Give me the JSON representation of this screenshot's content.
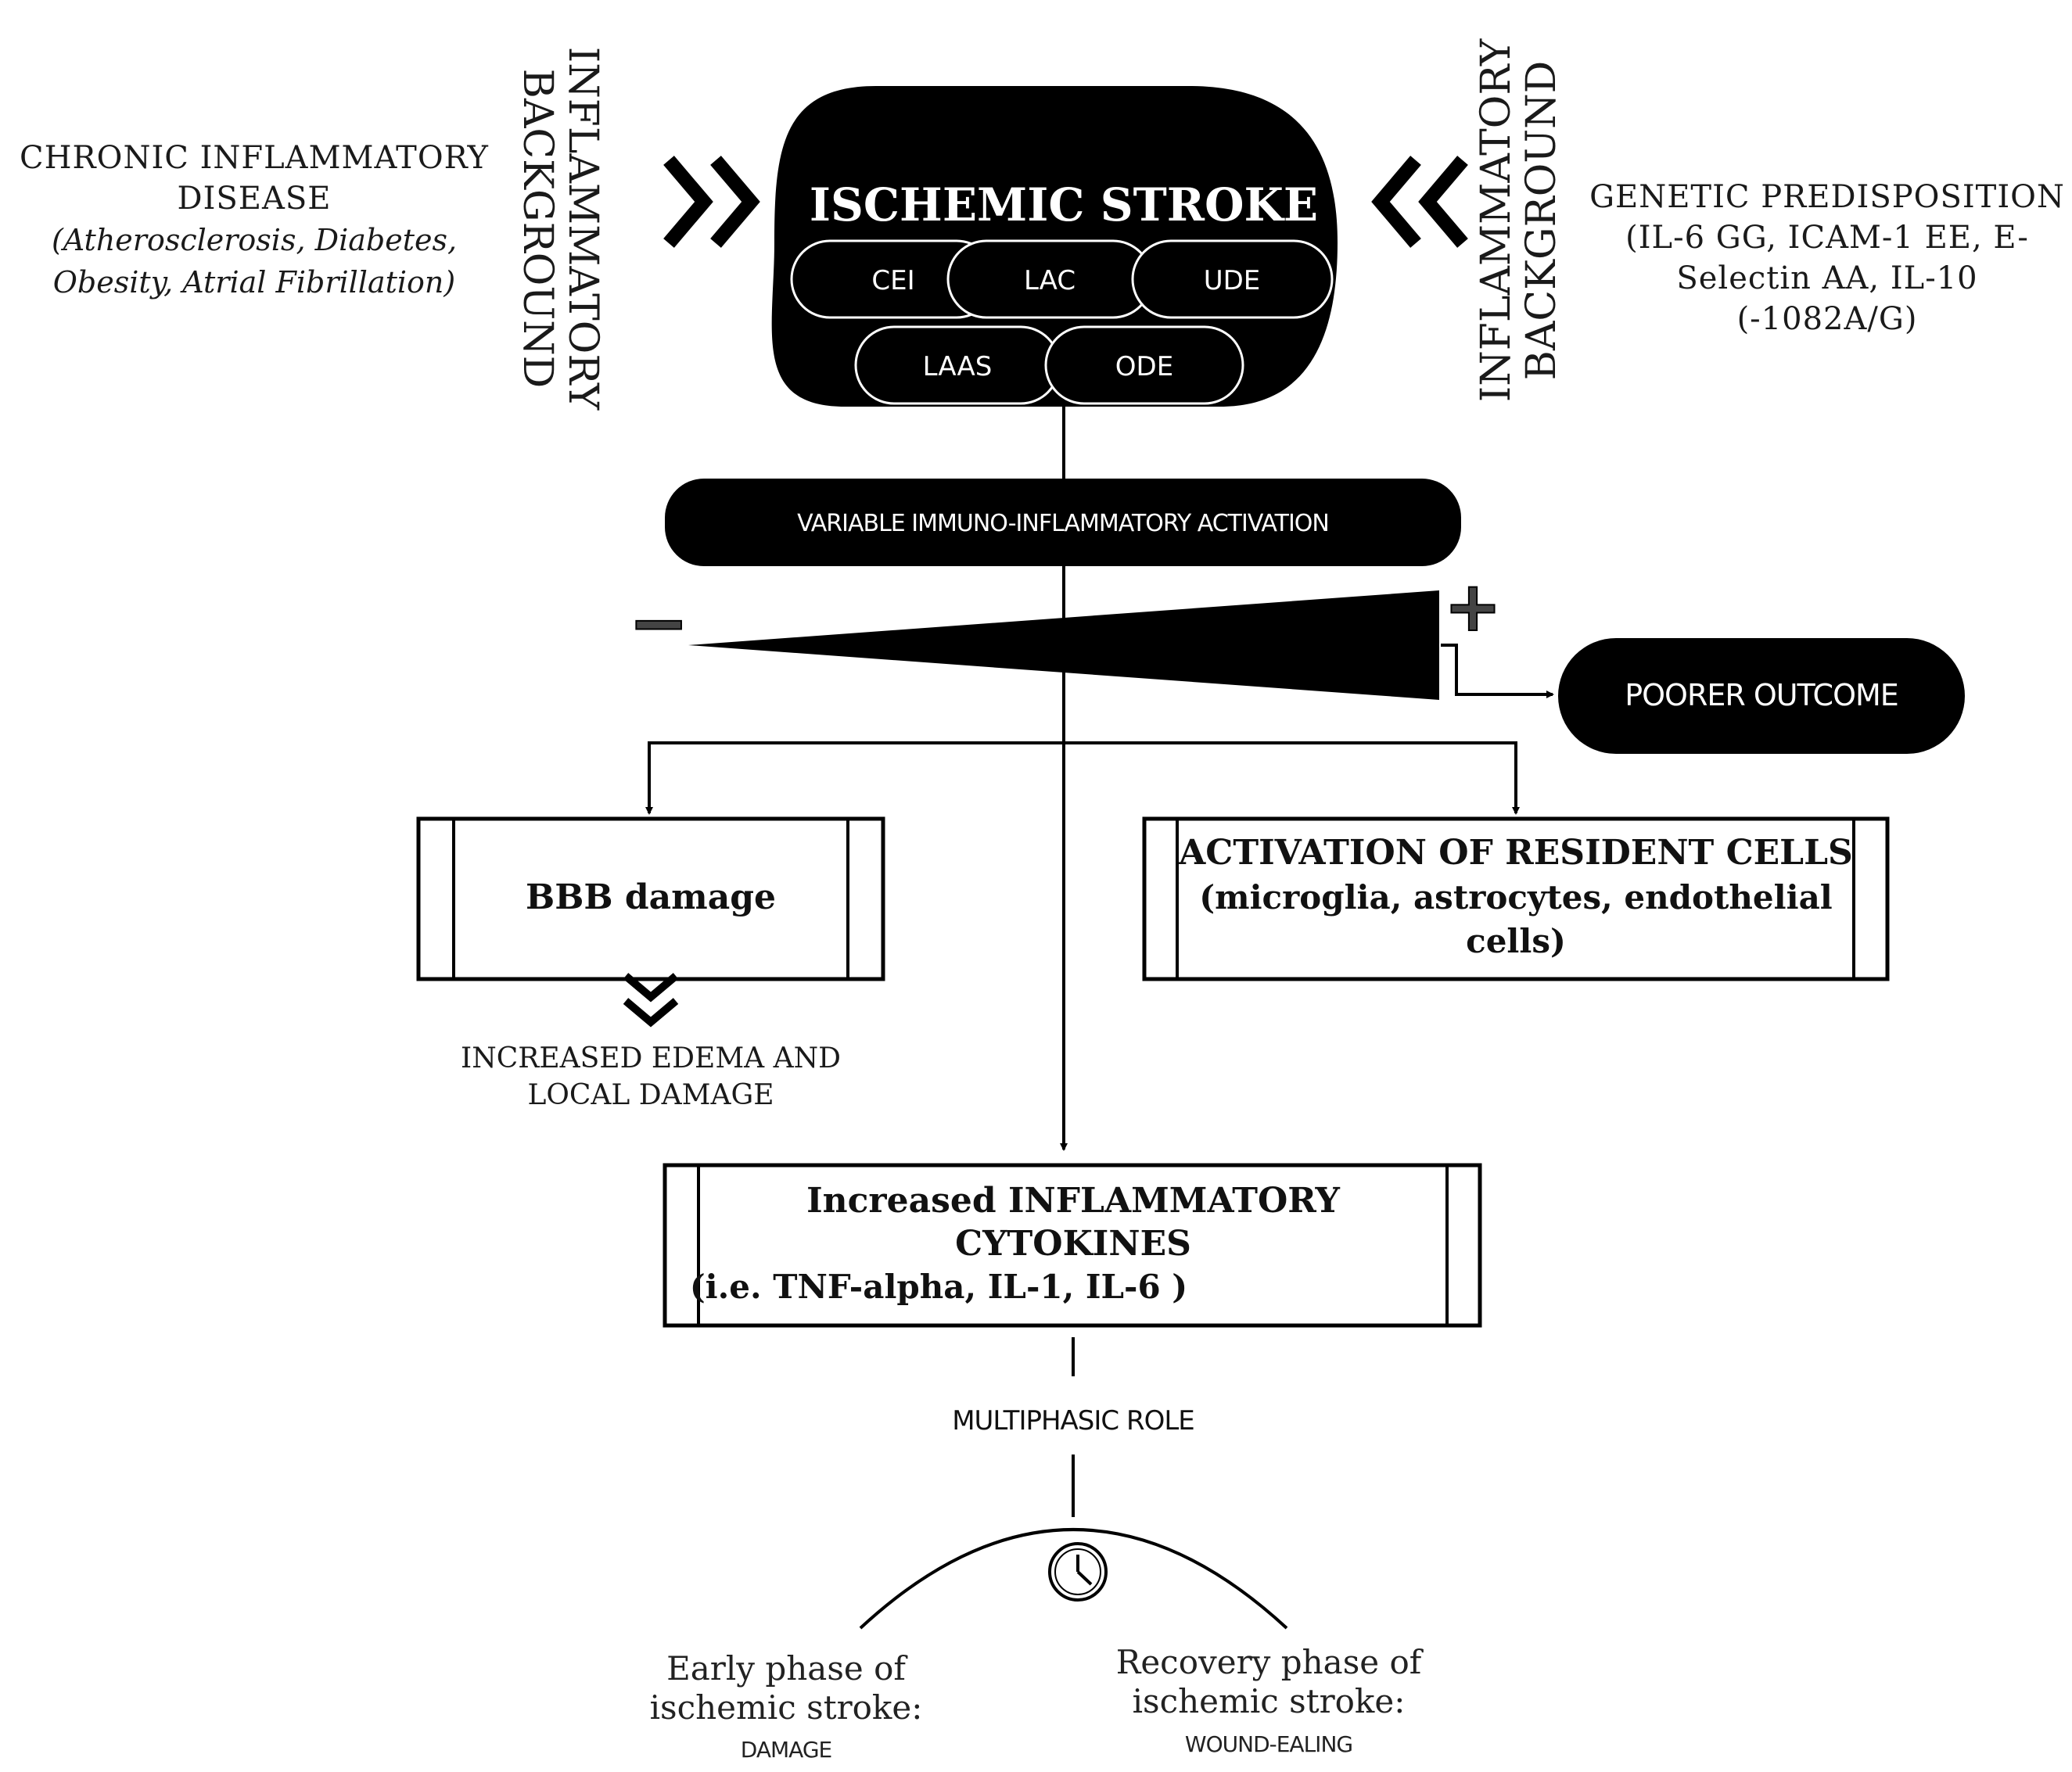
{
  "center": {
    "title": "ISCHEMIC STROKE",
    "subtypes": [
      "CEI",
      "LAC",
      "UDE",
      "LAAS",
      "ODE"
    ]
  },
  "left": {
    "vertical_label_line1": "INFLAMMATORY",
    "vertical_label_line2": "BACKGROUND",
    "title_line1": "CHRONIC INFLAMMATORY",
    "title_line2": "DISEASE",
    "italic_line1": "(Atherosclerosis, Diabetes,",
    "italic_line2": "Obesity, Atrial Fibrillation)"
  },
  "right": {
    "vertical_label_line1": "INFLAMMATORY",
    "vertical_label_line2": "BACKGROUND",
    "line1": "GENETIC PREDISPOSITION",
    "line2": "(IL-6 GG, ICAM-1 EE, E-",
    "line3": "Selectin AA, IL-10 (-1082A/G)"
  },
  "activation_label": "VARIABLE IMMUNO-INFLAMMATORY ACTIVATION",
  "gradient": {
    "minus": "−",
    "plus": "+"
  },
  "poorer_outcome": "POORER OUTCOME",
  "bbb": {
    "label": "BBB damage",
    "result_line1": "INCREASED EDEMA AND",
    "result_line2": "LOCAL DAMAGE"
  },
  "resident": {
    "line1": "ACTIVATION OF RESIDENT CELLS",
    "line2": "(microglia, astrocytes, endothelial",
    "line3": "cells)"
  },
  "cytokines": {
    "line1": "Increased INFLAMMATORY",
    "line2": "CYTOKINES",
    "line3": "(i.e.  TNF-alpha, IL-1, IL-6 )"
  },
  "multiphasic": "MULTIPHASIC ROLE",
  "early": {
    "line1": "Early phase of",
    "line2": "ischemic stroke:",
    "line3": "DAMAGE"
  },
  "recovery": {
    "line1": "Recovery phase of",
    "line2": "ischemic stroke:",
    "line3": "WOUND-EALING"
  }
}
